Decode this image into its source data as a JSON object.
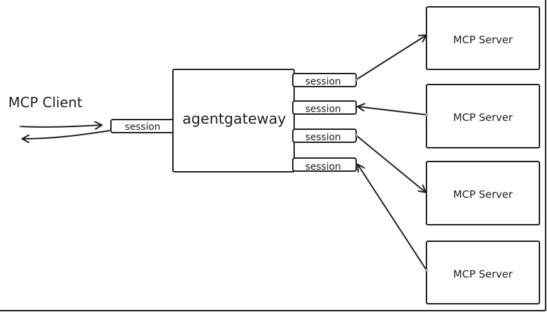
{
  "diagram": {
    "client": {
      "label": "MCP Client",
      "session_label": "session"
    },
    "gateway": {
      "label": "agentgateway",
      "sessions": [
        {
          "label": "session",
          "direction": "outgoing",
          "server_index": 0
        },
        {
          "label": "session",
          "direction": "incoming",
          "server_index": 1
        },
        {
          "label": "session",
          "direction": "outgoing",
          "server_index": 2
        },
        {
          "label": "session",
          "direction": "incoming",
          "server_index": 3
        }
      ]
    },
    "servers": [
      {
        "label": "MCP Server"
      },
      {
        "label": "MCP Server"
      },
      {
        "label": "MCP Server"
      },
      {
        "label": "MCP Server"
      }
    ],
    "client_arrows": [
      {
        "direction": "to-gateway"
      },
      {
        "direction": "to-client"
      }
    ],
    "colors": {
      "stroke": "#1e1e1e",
      "background": "#ffffff",
      "anchor_dot": "#6aa8e0"
    }
  }
}
